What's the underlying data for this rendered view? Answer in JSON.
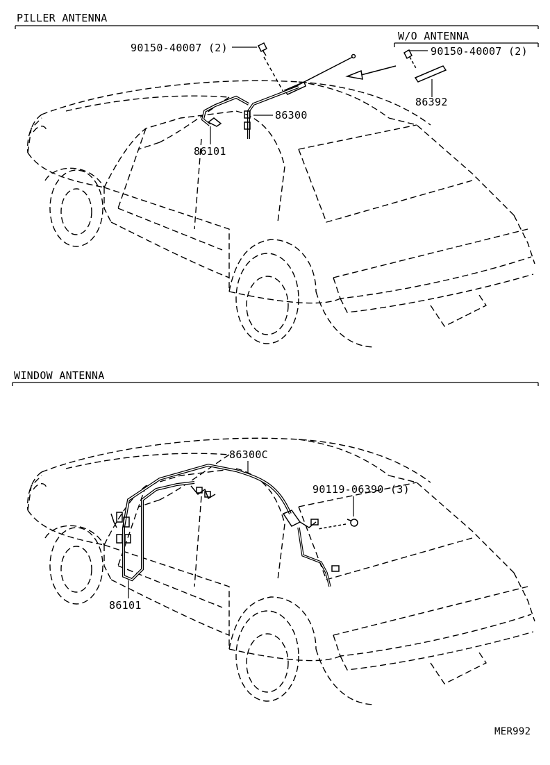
{
  "sections": {
    "piller": {
      "title": "PILLER ANTENNA",
      "subsection_title": "W/O ANTENNA",
      "parts": {
        "screw_main": "90150-40007 (2)",
        "screw_wo": "90150-40007 (2)",
        "cap": "86392",
        "cable": "86300",
        "lead": "86101"
      }
    },
    "window": {
      "title": "WINDOW ANTENNA",
      "parts": {
        "cable": "86300C",
        "bolt": "90119-06390 (3)",
        "lead": "86101"
      }
    }
  },
  "diagram_code": "MER992"
}
